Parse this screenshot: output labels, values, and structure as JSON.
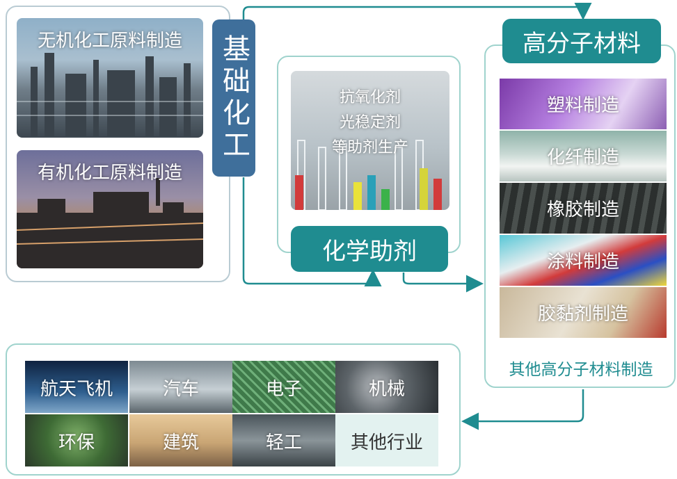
{
  "basic_chem": {
    "title": "基础化工",
    "inorganic": "无机化工原料制造",
    "organic": "有机化工原料制造"
  },
  "additives": {
    "title": "化学助剂",
    "lines": [
      "抗氧化剂",
      "光稳定剂",
      "等助剂生产"
    ]
  },
  "polymer": {
    "title": "高分子材料",
    "items": [
      "塑料制造",
      "化纤制造",
      "橡胶制造",
      "涂料制造",
      "胶黏剂制造"
    ],
    "other": "其他高分子材料制造"
  },
  "industries": {
    "cells": [
      "航天飞机",
      "汽车",
      "电子",
      "机械",
      "环保",
      "建筑",
      "轻工",
      "其他行业"
    ]
  },
  "colors": {
    "basic_badge": "#3f6f9b",
    "teal_badge": "#1f8c90",
    "frame_grey": "#b9cbd3",
    "frame_teal": "#9fd3cd",
    "arrow": "#1f8c90"
  }
}
